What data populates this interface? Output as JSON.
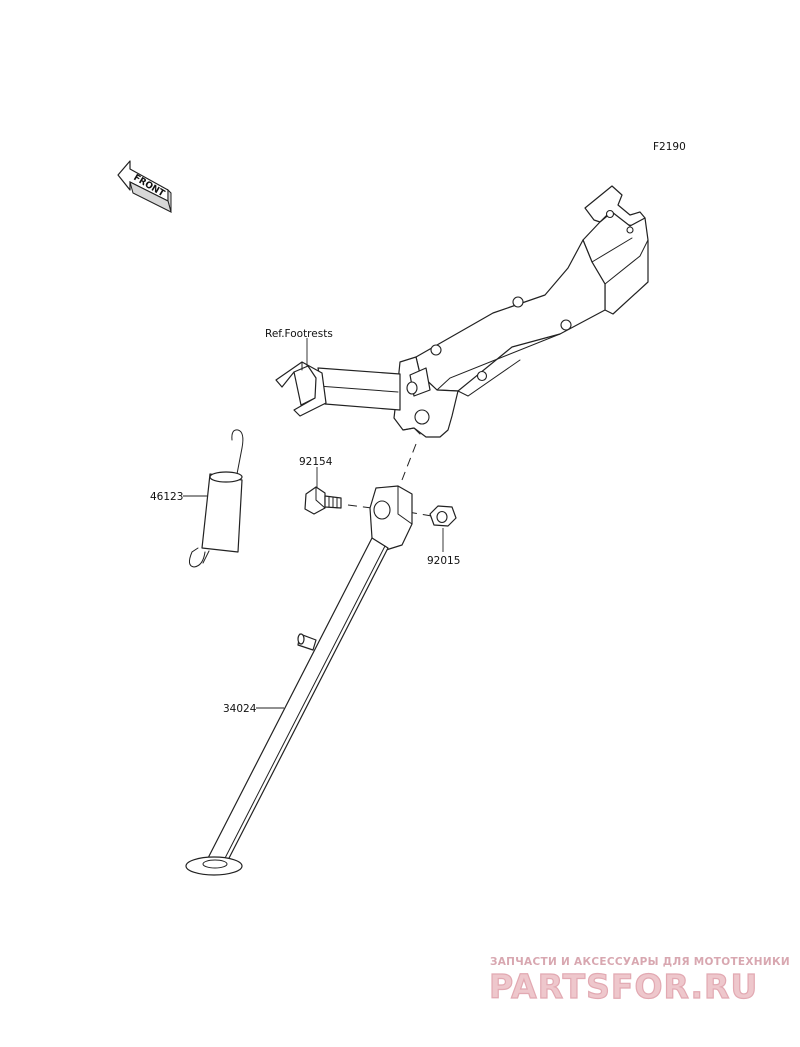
{
  "diagram_code": "F2190",
  "front_arrow": {
    "label": "FRONT"
  },
  "labels": {
    "ref_footrests": "Ref.Footrests",
    "spring": "46123",
    "bolt": "92154",
    "nut": "92015",
    "stand": "34024"
  },
  "watermark": {
    "tagline": "ЗАПЧАСТИ И АКСЕССУАРЫ ДЛЯ МОТОТЕХНИКИ",
    "brand": "PARTSFOR.RU",
    "color": "#e2a9b2"
  }
}
